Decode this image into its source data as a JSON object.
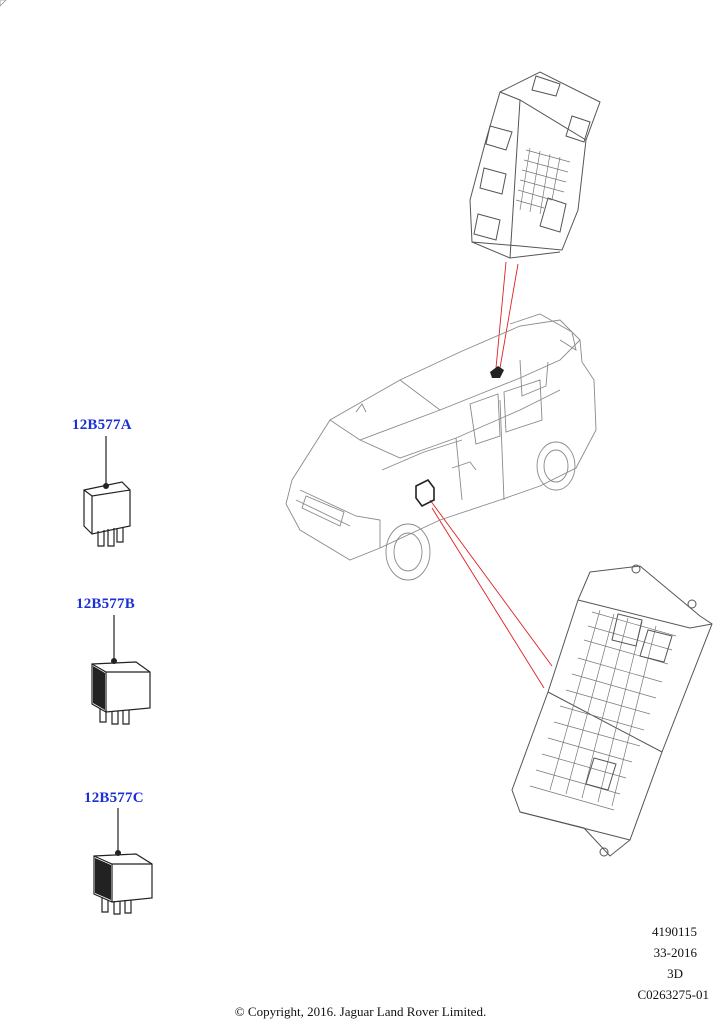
{
  "parts": [
    {
      "id": "12B577A"
    },
    {
      "id": "12B577B"
    },
    {
      "id": "12B577C"
    }
  ],
  "meta": {
    "code1": "4190115",
    "code2": "33-2016",
    "view": "3D",
    "ref": "C0263275-01"
  },
  "copyright": "© Copyright, 2016. Jaguar Land Rover Limited.",
  "colors": {
    "label": "#1a2fd6",
    "leader": "#e02020",
    "line": "#555555"
  }
}
